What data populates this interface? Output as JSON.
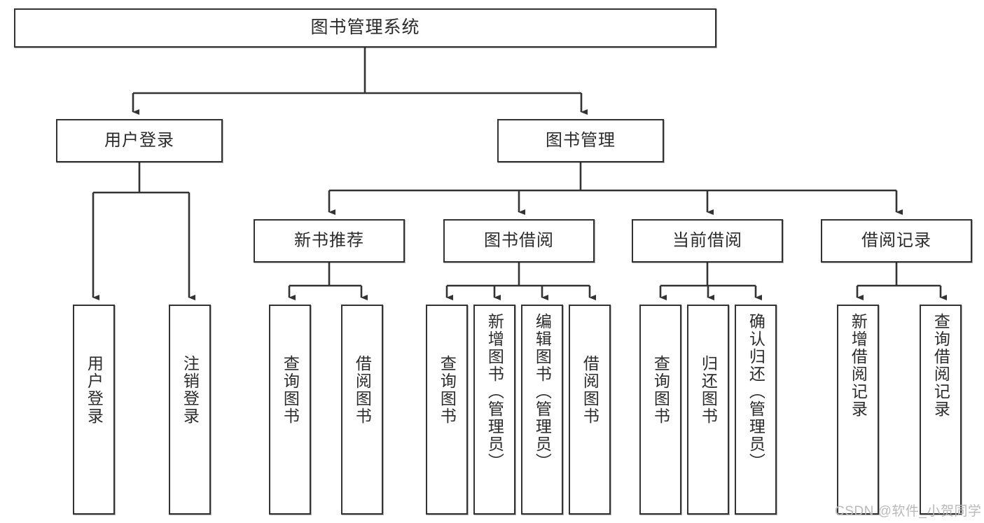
{
  "diagram": {
    "title": "图书管理系统",
    "type": "tree-hierarchy",
    "root": {
      "label": "图书管理系统"
    },
    "level2": [
      {
        "label": "用户登录"
      },
      {
        "label": "图书管理"
      }
    ],
    "level3": [
      {
        "label": "新书推荐"
      },
      {
        "label": "图书借阅"
      },
      {
        "label": "当前借阅"
      },
      {
        "label": "借阅记录"
      }
    ],
    "leaves": {
      "user_login": [
        {
          "label": "用户登录"
        },
        {
          "label": "注销登录"
        }
      ],
      "new_book_recommend": [
        {
          "label": "查询图书"
        },
        {
          "label": "借阅图书"
        }
      ],
      "book_borrow": [
        {
          "label": "查询图书"
        },
        {
          "label": "新增图书（管理员）"
        },
        {
          "label": "编辑图书（管理员）"
        },
        {
          "label": "借阅图书"
        }
      ],
      "current_borrow": [
        {
          "label": "查询图书"
        },
        {
          "label": "归还图书"
        },
        {
          "label": "确认归还（管理员）"
        }
      ],
      "borrow_record": [
        {
          "label": "新增借阅记录"
        },
        {
          "label": "查询借阅记录"
        }
      ]
    }
  },
  "watermark": {
    "text": "CSDN @软件_小贺同学"
  },
  "colors": {
    "stroke": "#333333",
    "fill": "#ffffff",
    "text": "#2b2b2b",
    "watermark": "#b9b9b9"
  }
}
